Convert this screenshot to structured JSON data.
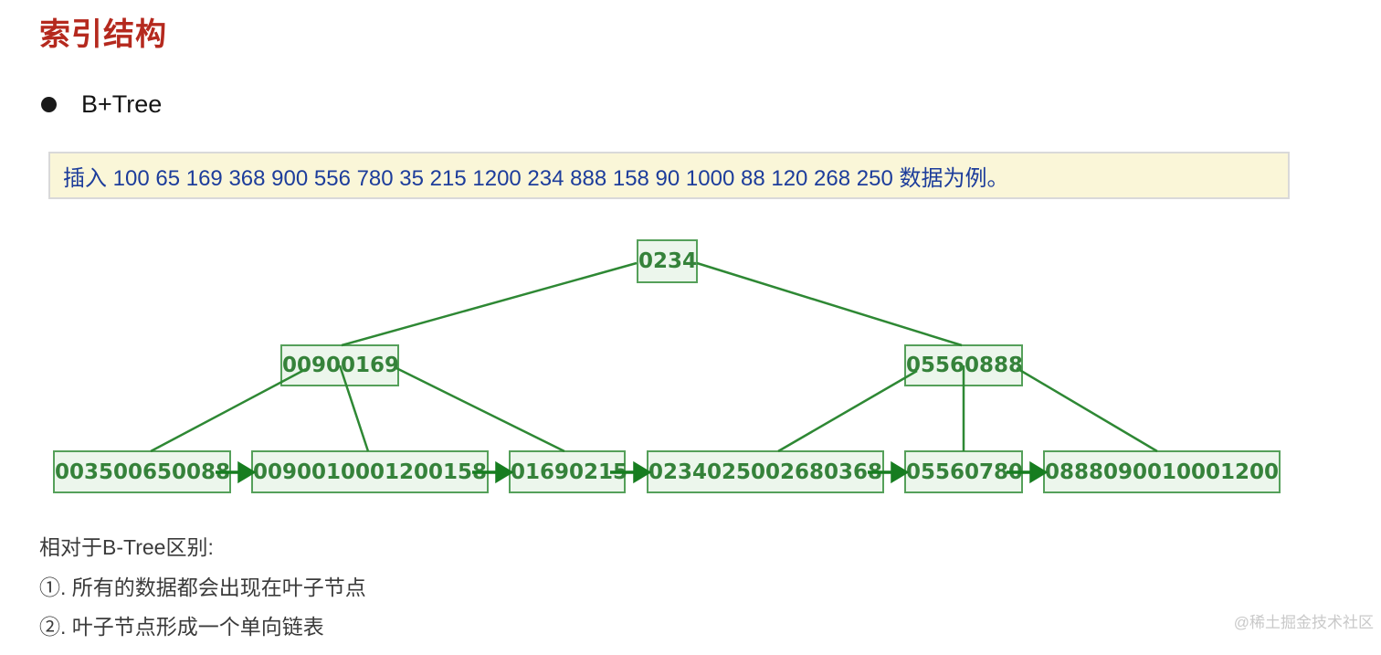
{
  "page": {
    "title": "索引结构",
    "bullet_item": "B+Tree",
    "note": "插入 100 65 169 368 900 556 780 35 215 1200 234 888 158 90 1000 88 120 268 250 数据为例。",
    "footer_heading": "相对于B-Tree区别:",
    "footer_points": [
      "①. 所有的数据都会出现在叶子节点",
      "②. 叶子节点形成一个单向链表"
    ],
    "watermark": "@稀土掘金技术社区"
  },
  "tree": {
    "type": "B+Tree",
    "root": {
      "keys": [
        "0234"
      ]
    },
    "internal": [
      {
        "keys": [
          "0090",
          "0169"
        ]
      },
      {
        "keys": [
          "0556",
          "0888"
        ]
      }
    ],
    "leaves": [
      {
        "keys": [
          "0035",
          "0065",
          "0088"
        ]
      },
      {
        "keys": [
          "0090",
          "0100",
          "0120",
          "0158"
        ]
      },
      {
        "keys": [
          "0169",
          "0215"
        ]
      },
      {
        "keys": [
          "0234",
          "0250",
          "0268",
          "0368"
        ]
      },
      {
        "keys": [
          "0556",
          "0780"
        ]
      },
      {
        "keys": [
          "0888",
          "0900",
          "1000",
          "1200"
        ]
      }
    ],
    "leaf_linked_list": "singly-linked, left to right"
  },
  "colors": {
    "heading_red": "#b5291e",
    "note_bg": "#faf6d8",
    "note_border": "#d9d9d9",
    "note_text_blue": "#1d3d9b",
    "tree_border_green": "#55a05a",
    "tree_fill_green": "#ecf6ec",
    "tree_text_green": "#35823a",
    "tree_edge_green": "#2e8834",
    "arrow_green": "#177d20",
    "watermark_gray": "#c9c9c9"
  }
}
